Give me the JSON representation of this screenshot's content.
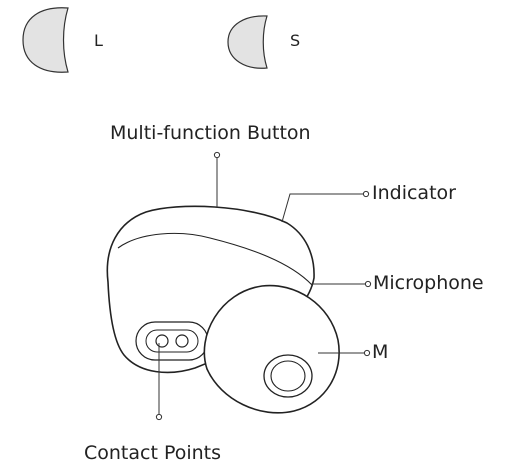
{
  "ear_tips": [
    {
      "size": "L"
    },
    {
      "size": "S"
    }
  ],
  "labels": {
    "multi_function_button": "Multi-function Button",
    "indicator": "Indicator",
    "microphone": "Microphone",
    "ear_tip_m": "M",
    "contact_points": "Contact Points"
  }
}
